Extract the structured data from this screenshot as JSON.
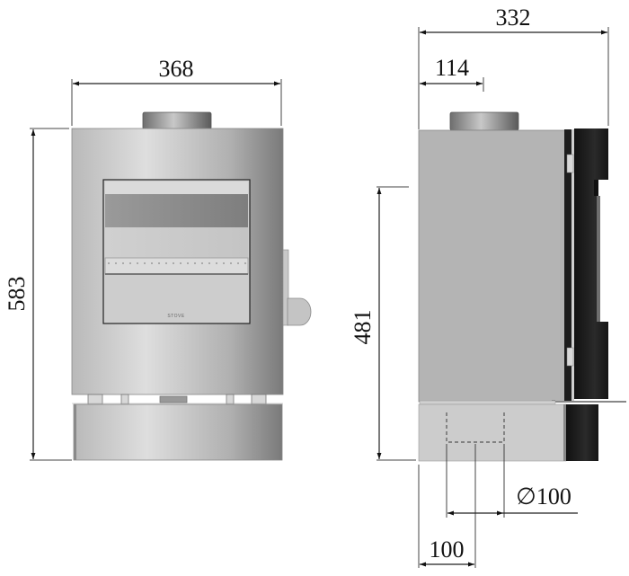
{
  "drawing": {
    "subject": "Wood stove dimensional drawing",
    "units": "mm",
    "front_view": {
      "width_label": "368",
      "height_label": "583",
      "door_brand_text": "STOVE"
    },
    "side_view": {
      "depth_label": "332",
      "flue_offset_label": "114",
      "flue_height_label": "481",
      "rear_outlet_offset_label": "100",
      "outlet_diameter_label": "∅100"
    },
    "colors": {
      "body_light": "#dcdcdc",
      "body_mid": "#b4b4b4",
      "body_dark": "#7a7a7a",
      "door_dark_band": "#8a8a8a",
      "door_black": "#1a1a1a",
      "line": "#222222"
    }
  }
}
